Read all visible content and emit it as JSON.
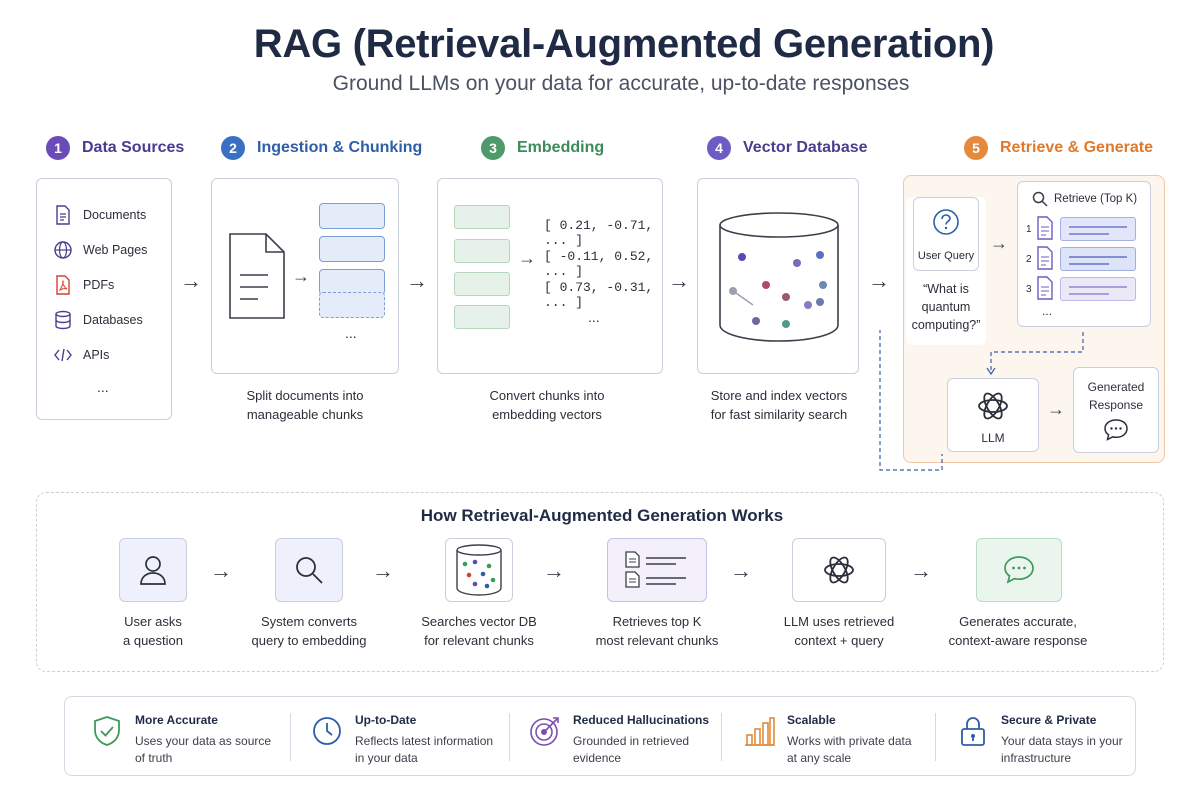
{
  "title": "RAG (Retrieval-Augmented Generation)",
  "subtitle": "Ground LLMs on your data for accurate, up-to-date responses",
  "steps": [
    {
      "num": "1",
      "label": "Data Sources",
      "color": "#6b4bb8"
    },
    {
      "num": "2",
      "label": "Ingestion & Chunking",
      "color": "#3b6fc4"
    },
    {
      "num": "3",
      "label": "Embedding",
      "color": "#4f9a6b"
    },
    {
      "num": "4",
      "label": "Vector Database",
      "color": "#6e5cc4"
    },
    {
      "num": "5",
      "label": "Retrieve & Generate",
      "color": "#e58a3a"
    }
  ],
  "sources": {
    "items": [
      {
        "label": "Documents",
        "icon": "document-icon"
      },
      {
        "label": "Web Pages",
        "icon": "globe-icon"
      },
      {
        "label": "PDFs",
        "icon": "pdf-icon"
      },
      {
        "label": "Databases",
        "icon": "database-icon"
      },
      {
        "label": "APIs",
        "icon": "code-icon"
      }
    ],
    "more": "..."
  },
  "chunking": {
    "more": "...",
    "caption_1": "Split documents into",
    "caption_2": "manageable chunks"
  },
  "embedding": {
    "vectors": [
      "[ 0.21, -0.71, ... ]",
      "[ -0.11, 0.52, ... ]",
      "[ 0.73, -0.31, ... ]"
    ],
    "more": "...",
    "caption_1": "Convert chunks into",
    "caption_2": "embedding vectors"
  },
  "vectordb": {
    "caption_1": "Store and index vectors",
    "caption_2": "for fast similarity search"
  },
  "retrieve": {
    "user_query_label": "User Query",
    "query_line_1": "“What is",
    "query_line_2": "quantum",
    "query_line_3": "computing?”",
    "retrieve_label": "Retrieve (Top K)",
    "ranks": [
      "1",
      "2",
      "3"
    ],
    "more": "...",
    "llm_label": "LLM",
    "generated_1": "Generated",
    "generated_2": "Response"
  },
  "how": {
    "title": "How Retrieval-Augmented Generation Works",
    "steps": [
      {
        "line1": "User asks",
        "line2": "a question",
        "icon": "user-icon"
      },
      {
        "line1": "System converts",
        "line2": "query to embedding",
        "icon": "search-icon"
      },
      {
        "line1": "Searches vector DB",
        "line2": "for relevant chunks",
        "icon": "database-icon"
      },
      {
        "line1": "Retrieves top K",
        "line2": "most relevant chunks",
        "icon": "documents-icon"
      },
      {
        "line1": "LLM uses retrieved",
        "line2": "context + query",
        "icon": "llm-icon"
      },
      {
        "line1": "Generates accurate,",
        "line2": "context-aware response",
        "icon": "chat-icon"
      }
    ]
  },
  "benefits": [
    {
      "title": "More Accurate",
      "line1": "Uses your data as source",
      "line2": "of truth",
      "icon": "shield-check-icon",
      "color": "#3e9a5c"
    },
    {
      "title": "Up-to-Date",
      "line1": "Reflects latest information",
      "line2": "in your data",
      "icon": "clock-icon",
      "color": "#2e5ea8"
    },
    {
      "title": "Reduced Hallucinations",
      "line1": "Grounded in retrieved",
      "line2": "evidence",
      "icon": "target-icon",
      "color": "#7a4fb0"
    },
    {
      "title": "Scalable",
      "line1": "Works with private data",
      "line2": "at any scale",
      "icon": "bar-chart-icon",
      "color": "#e08a3a"
    },
    {
      "title": "Secure & Private",
      "line1": "Your data stays in your",
      "line2": "infrastructure",
      "icon": "lock-icon",
      "color": "#2e5ea8"
    }
  ]
}
